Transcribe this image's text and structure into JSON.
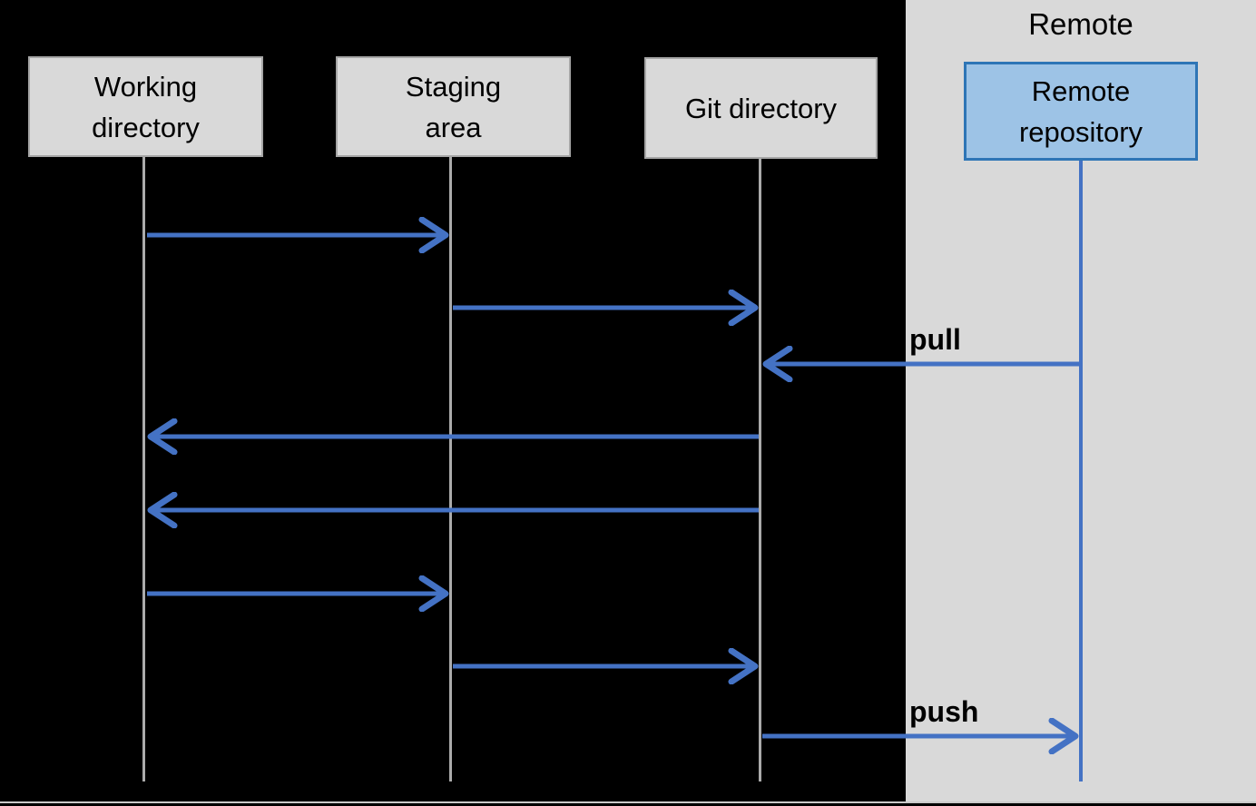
{
  "remote_panel": {
    "title": "Remote"
  },
  "actors": [
    {
      "id": "working",
      "label": "Working\ndirectory",
      "location": "local"
    },
    {
      "id": "staging",
      "label": "Staging\narea",
      "location": "local"
    },
    {
      "id": "git",
      "label": "Git directory",
      "location": "local"
    },
    {
      "id": "remote",
      "label": "Remote\nrepository",
      "location": "remote"
    }
  ],
  "messages": [
    {
      "from": "working",
      "to": "staging",
      "label": ""
    },
    {
      "from": "staging",
      "to": "git",
      "label": ""
    },
    {
      "from": "remote",
      "to": "git",
      "label": "pull"
    },
    {
      "from": "git",
      "to": "working",
      "label": ""
    },
    {
      "from": "git",
      "to": "working",
      "label": ""
    },
    {
      "from": "working",
      "to": "staging",
      "label": ""
    },
    {
      "from": "staging",
      "to": "git",
      "label": ""
    },
    {
      "from": "git",
      "to": "remote",
      "label": "push"
    }
  ],
  "colors": {
    "page_bg": "#000000",
    "panel_bg": "#D9D9D9",
    "box_fill": "#D9D9D9",
    "box_border": "#A6A6A6",
    "remote_box_fill": "#9DC3E6",
    "remote_box_border": "#2E75B6",
    "lifeline": "#ABABAB",
    "arrow": "#4472C4",
    "label_color": "#000000"
  }
}
